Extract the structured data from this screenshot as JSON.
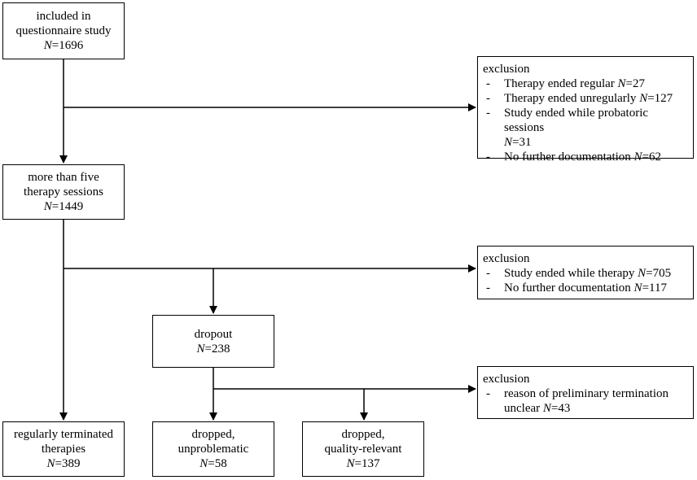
{
  "boxes": {
    "included": {
      "lines": [
        "included in",
        "questionnaire study"
      ],
      "n_label": "N",
      "n_value": "=1696"
    },
    "more_than_five": {
      "lines": [
        "more than five",
        "therapy sessions"
      ],
      "n_label": "N",
      "n_value": "=1449"
    },
    "dropout": {
      "lines": [
        "dropout"
      ],
      "n_label": "N",
      "n_value": "=238"
    },
    "regular": {
      "lines": [
        "regularly terminated",
        "therapies"
      ],
      "n_label": "N",
      "n_value": "=389"
    },
    "unproblematic": {
      "lines": [
        "dropped,",
        "unproblematic"
      ],
      "n_label": "N",
      "n_value": "=58"
    },
    "quality": {
      "lines": [
        "dropped,",
        "quality-relevant"
      ],
      "n_label": "N",
      "n_value": "=137"
    }
  },
  "exclusions": [
    {
      "title": "exclusion",
      "items": [
        {
          "text": "Therapy ended regular ",
          "n_label": "N",
          "n_value": "=27"
        },
        {
          "text": "Therapy ended unregularly ",
          "n_label": "N",
          "n_value": "=127"
        },
        {
          "text": "Study ended while probatoric sessions",
          "n_label": "N",
          "n_value": "=31",
          "wrap": true
        },
        {
          "text": "No further documentation ",
          "n_label": "N",
          "n_value": "=62"
        }
      ]
    },
    {
      "title": "exclusion",
      "items": [
        {
          "text": "Study ended while therapy ",
          "n_label": "N",
          "n_value": "=705"
        },
        {
          "text": "No further documentation ",
          "n_label": "N",
          "n_value": "=117"
        }
      ]
    },
    {
      "title": "exclusion",
      "items": [
        {
          "text": "reason of preliminary termination",
          "cont": "unclear ",
          "n_label": "N",
          "n_value": "=43",
          "wrap": true
        }
      ]
    }
  ]
}
